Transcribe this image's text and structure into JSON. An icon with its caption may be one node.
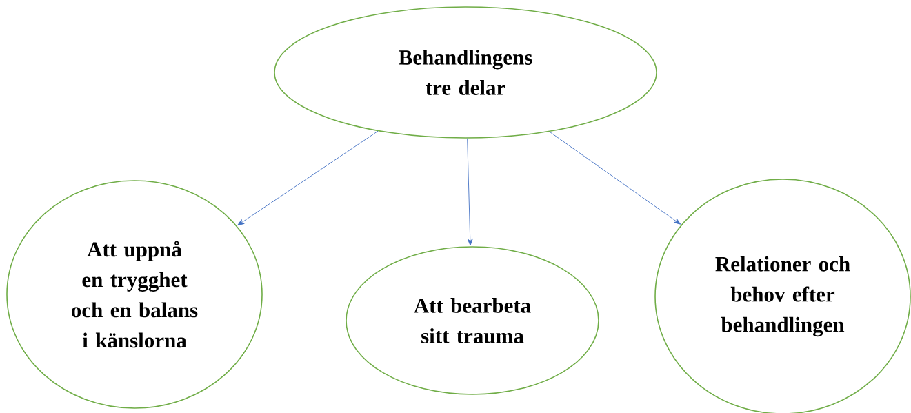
{
  "diagram": {
    "nodes": [
      {
        "text": [
          "Behandlingens tre delar"
        ]
      },
      {
        "text": [
          "Att uppnå en trygghet och en balans i känslorna"
        ]
      },
      {
        "text": [
          "Att bearbeta sitt trauma"
        ]
      },
      {
        "text": [
          "Relationer och behov efter behandlingen"
        ]
      }
    ],
    "edges": [
      {
        "from": 0,
        "to": 1,
        "arrow": "to",
        "color": "#4472c4"
      },
      {
        "from": 0,
        "to": 2,
        "arrow": "to",
        "color": "#4472c4"
      },
      {
        "from": 0,
        "to": 3,
        "arrow": "to",
        "color": "#4472c4"
      }
    ]
  }
}
